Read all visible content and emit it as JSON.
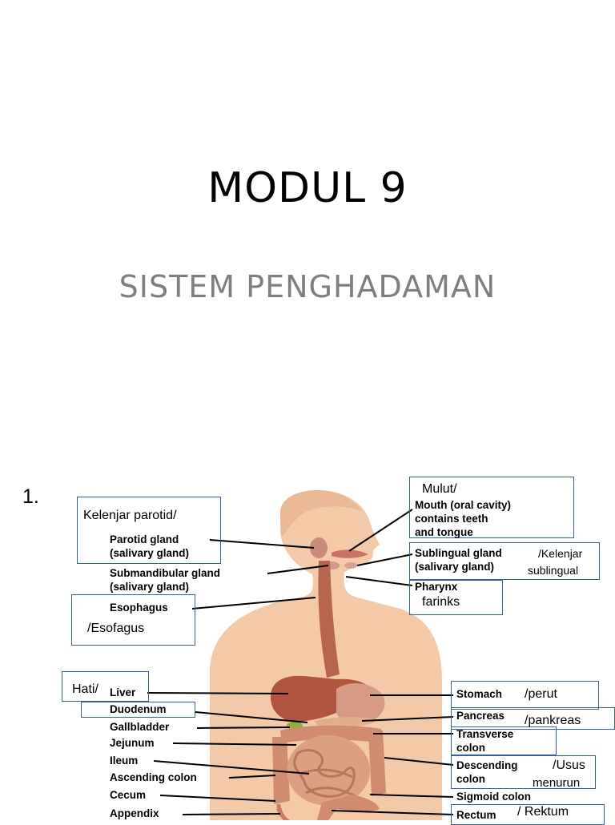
{
  "slide": {
    "title": "MODUL 9",
    "subtitle": "SISTEM PENGHADAMAN",
    "item_number": "1."
  },
  "colors": {
    "title": "#000000",
    "subtitle": "#7f7f7f",
    "box_border": "#3a5f9e",
    "skin": "#f3c9a7",
    "organ": "#c8806a"
  },
  "labels": {
    "parotid": [
      "Parotid gland",
      "(salivary gland)"
    ],
    "submandibular": [
      "Submandibular gland",
      "(salivary gland)"
    ],
    "esophagus": "Esophagus",
    "liver": "Liver",
    "duodenum": "Duodenum",
    "gallbladder": "Gallbladder",
    "jejunum": "Jejunum",
    "ileum": "Ileum",
    "ascending": "Ascending colon",
    "cecum": "Cecum",
    "appendix": "Appendix",
    "mouth": [
      "Mouth (oral cavity)",
      "contains teeth",
      "and tongue"
    ],
    "sublingual": [
      "Sublingual gland",
      "(salivary gland)"
    ],
    "pharynx": "Pharynx",
    "stomach": "Stomach",
    "pancreas": "Pancreas",
    "transverse": [
      "Transverse",
      "colon"
    ],
    "descending": [
      "Descending",
      "colon"
    ],
    "sigmoid": "Sigmoid colon",
    "rectum": "Rectum"
  },
  "malay": {
    "parotid": "Kelenjar parotid/",
    "esophagus": "/Esofagus",
    "liver": "Hati/",
    "mouth": "Mulut/",
    "sublingual_1": "/Kelenjar",
    "sublingual_2": "sublingual",
    "pharynx": "farinks",
    "stomach": "/perut",
    "pancreas": "/pankreas",
    "descending_1": "/Usus",
    "descending_2": "menurun",
    "rectum": "/ Rektum"
  }
}
